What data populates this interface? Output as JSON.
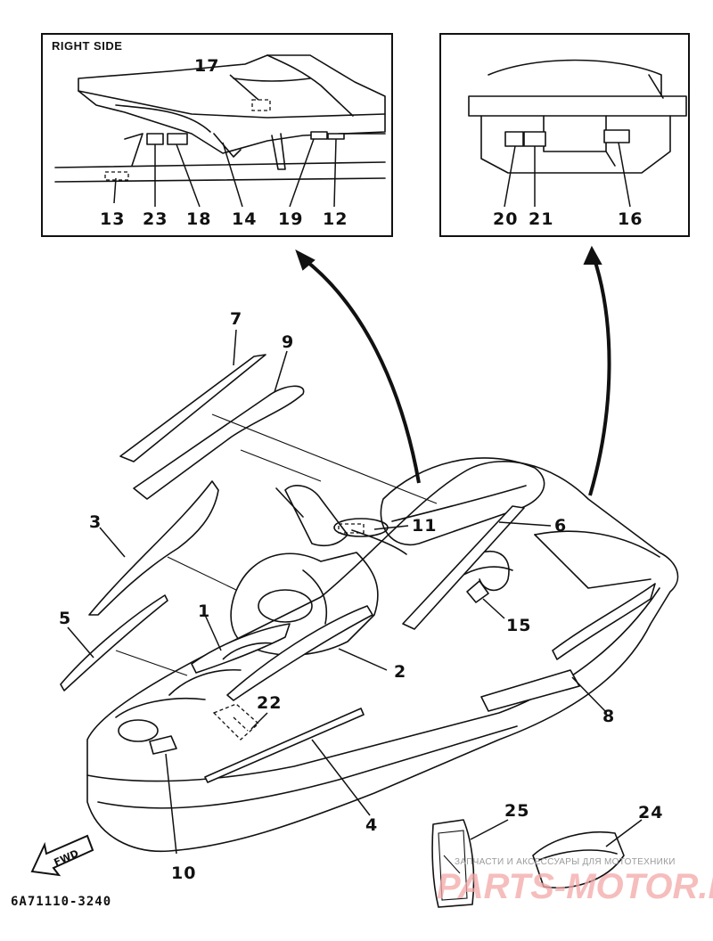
{
  "panels": {
    "right_side": {
      "title": "RIGHT SIDE",
      "callouts": [
        "17",
        "13",
        "23",
        "18",
        "14",
        "19",
        "12"
      ]
    },
    "rear": {
      "callouts": [
        "20",
        "21",
        "16"
      ]
    }
  },
  "callouts": {
    "c1": "1",
    "c2": "2",
    "c3": "3",
    "c4": "4",
    "c5": "5",
    "c6": "6",
    "c7": "7",
    "c8": "8",
    "c9": "9",
    "c10": "10",
    "c11": "11",
    "c15": "15",
    "c22": "22",
    "c24": "24",
    "c25": "25"
  },
  "diagram_code": "6A71110-3240",
  "fwd_label": "FWD",
  "watermark": {
    "tagline": "ЗАПЧАСТИ И АКСЕССУАРЫ ДЛЯ МОТОТЕХНИКИ",
    "brand": "PARTS-MOTOR.RU"
  }
}
